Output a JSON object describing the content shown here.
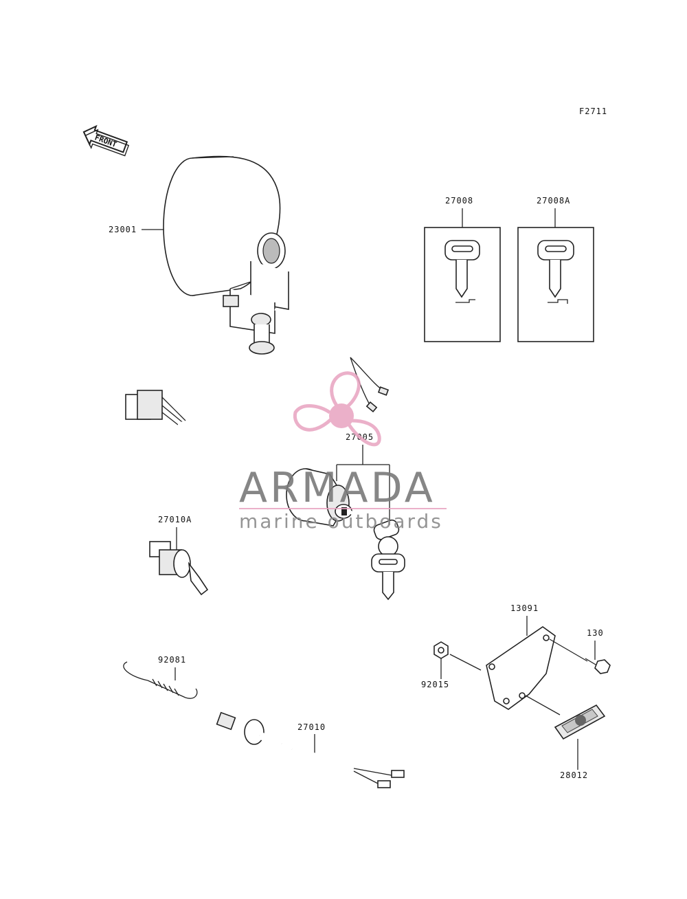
{
  "figure_code": "F2711",
  "front_label": "FRONT",
  "parts": {
    "p23001": "23001",
    "p27008": "27008",
    "p27008A": "27008A",
    "p27005": "27005",
    "p27010A": "27010A",
    "p13091": "13091",
    "p130": "130",
    "p92015": "92015",
    "p92081": "92081",
    "p27010": "27010",
    "p28012": "28012"
  },
  "watermark": {
    "title": "ARMADA",
    "subtitle": "marine outboards",
    "color": "#e8a3c0"
  }
}
